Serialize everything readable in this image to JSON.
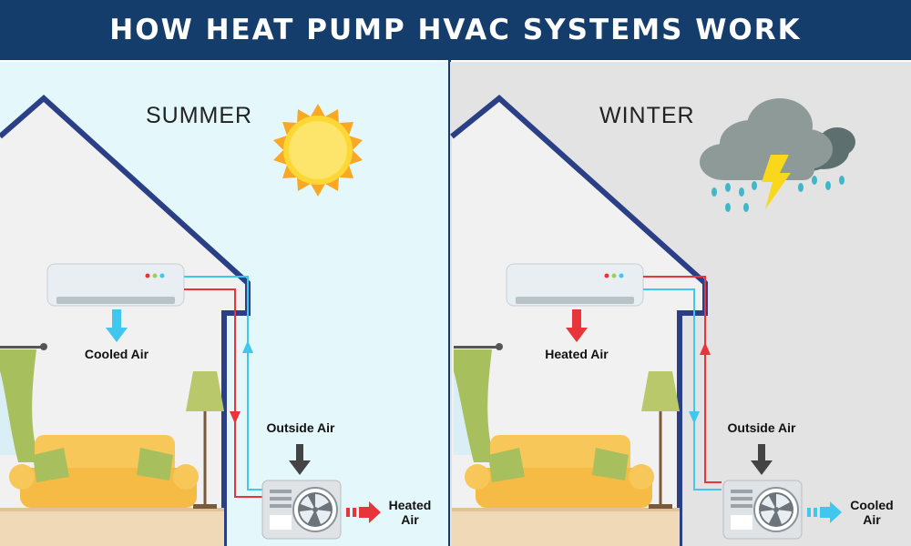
{
  "title": "HOW HEAT PUMP HVAC SYSTEMS WORK",
  "colors": {
    "banner": "#143d6b",
    "house_outline": "#2a3f86",
    "summer_bg": "#e4f8fb",
    "winter_bg": "#e3e3e3",
    "hot_line": "#e8353a",
    "cold_line": "#3fc7ee",
    "sofa": "#f7c75a",
    "curtain": "#a8bf5e"
  },
  "summer": {
    "season": "SUMMER",
    "weather_icon": "sun-icon",
    "indoor_label": "Cooled Air",
    "outside_label": "Outside Air",
    "outdoor_label_line1": "Heated",
    "outdoor_label_line2": "Air"
  },
  "winter": {
    "season": "WINTER",
    "weather_icon": "storm-cloud-icon",
    "indoor_label": "Heated Air",
    "outside_label": "Outside Air",
    "outdoor_label_line1": "Cooled",
    "outdoor_label_line2": "Air"
  }
}
